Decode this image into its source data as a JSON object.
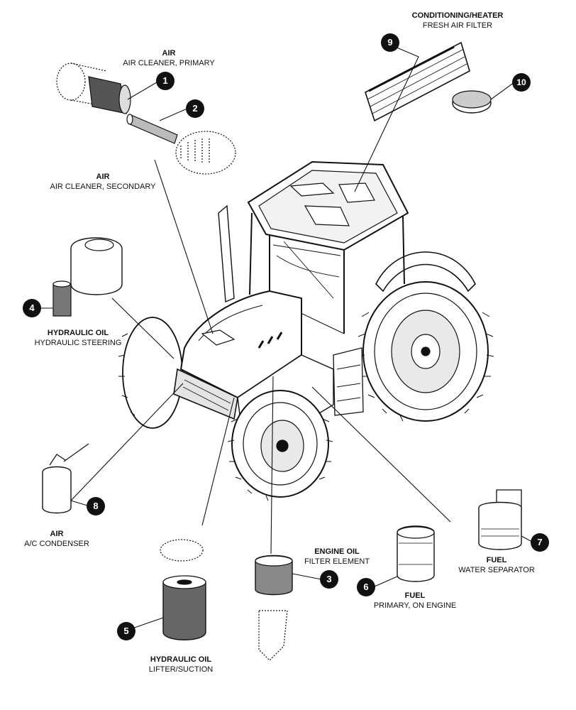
{
  "labels": {
    "air_primary": {
      "title": "AIR",
      "sub": "AIR CLEANER, PRIMARY"
    },
    "air_secondary": {
      "title": "AIR",
      "sub": "AIR CLEANER, SECONDARY"
    },
    "conditioning": {
      "title": "CONDITIONING/HEATER",
      "sub": "FRESH AIR FILTER"
    },
    "hydraulic_steering": {
      "title": "HYDRAULIC OIL",
      "sub": "HYDRAULIC STEERING"
    },
    "air_ac": {
      "title": "AIR",
      "sub": "A/C CONDENSER"
    },
    "engine_oil": {
      "title": "ENGINE OIL",
      "sub": "FILTER ELEMENT"
    },
    "fuel_water": {
      "title": "FUEL",
      "sub": "WATER SEPARATOR"
    },
    "fuel_primary": {
      "title": "FUEL",
      "sub": "PRIMARY, ON ENGINE"
    },
    "hydraulic_lifter": {
      "title": "HYDRAULIC OIL",
      "sub": "LIFTER/SUCTION"
    }
  },
  "callouts": [
    "1",
    "2",
    "3",
    "4",
    "5",
    "6",
    "7",
    "8",
    "9",
    "10"
  ],
  "colors": {
    "ink": "#111111",
    "paper": "#ffffff",
    "shade": "#9a9a9a"
  }
}
